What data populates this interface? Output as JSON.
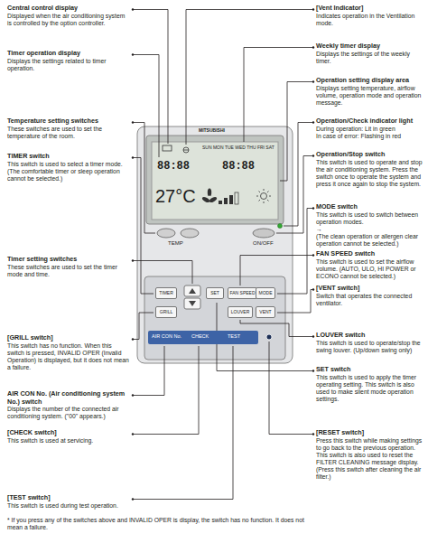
{
  "diagram": {
    "nodes": [
      {
        "text": [
          "TIMER"
        ]
      },
      {
        "text": [
          "SET"
        ]
      },
      {
        "text": [
          "FAN SPEED"
        ]
      },
      {
        "text": [
          "MODE"
        ]
      },
      {
        "text": [
          "GRILL"
        ]
      },
      {
        "text": [
          "LOUVER"
        ]
      },
      {
        "text": [
          "VENT"
        ]
      },
      {
        "text": [
          "AIR CON No.",
          "CHECK",
          "TEST"
        ]
      }
    ],
    "labels": [
      "Central control display",
      "Displayed when the air conditioning system is controlled by the option controller.",
      "Timer operation display",
      "Displays the settings related to timer operation.",
      "Temperature setting switches",
      "These switches are used to set the temperature of the room.",
      "TIMER switch",
      "This switch is used to select a timer mode. (The comfortable timer or sleep operation cannot be selected.)",
      "Timer setting switches",
      "These switches are used to set the timer mode and time.",
      "[GRILL switch]",
      "This switch has no function. When this switch is pressed, INVALID OPER (Invalid Operation) is displayed, but it does not mean a failure.",
      "AIR CON No. (Air conditioning system No.) switch",
      "Displays the number of the connected air conditioning system. (\"00\" appears.)",
      "[CHECK switch]",
      "This switch is used at servicing.",
      "[TEST switch]",
      "This switch is used during test operation.",
      "* If you press any of the switches above and INVALID OPER is display, the switch has no function. It does not mean a failure.",
      "[Vent Indicator]",
      "Indicates operation in the Ventilation mode.",
      "Weekly timer display",
      "Displays the settings of the weekly timer.",
      "Operation setting display area",
      "Displays setting temperature, airflow volume, operation mode and operation message.",
      "Operation/Check indicator light",
      "During operation: Lit in green",
      "In case of error: Flashing in red",
      "Operation/Stop switch",
      "This switch is used to operate and stop the air conditioning system. Press the switch once to operate the system and press it once again to stop the system.",
      "MODE switch",
      "This switch is used to switch between operation modes.",
      "→",
      "(The clean operation or allergen clear operation cannot be selected.)",
      "FAN SPEED switch",
      "This switch is used to set the airflow volume. (AUTO, ULO, HI POWER or ECONO cannot be selected.)",
      "[VENT switch]",
      "Switch that operates the connected ventilator.",
      "LOUVER switch",
      "This switch is used to operate/stop the swing louver. (Up/down swing only)",
      "SET switch",
      "This switch is used to apply the timer operating setting. This switch is also used to make silent mode operation settings.",
      "[RESET switch]",
      "Press this switch while making settings to go back to the previous operation. This switch is also used to reset the FILTER CLEANING message display. (Press this switch after cleaning the air filter.)",
      "MITSUBISHI",
      "88:88",
      "88:88",
      "27°C",
      "TEMP",
      "ON/OFF",
      "SUN MON TUE WED THU FRI SAT"
    ]
  }
}
